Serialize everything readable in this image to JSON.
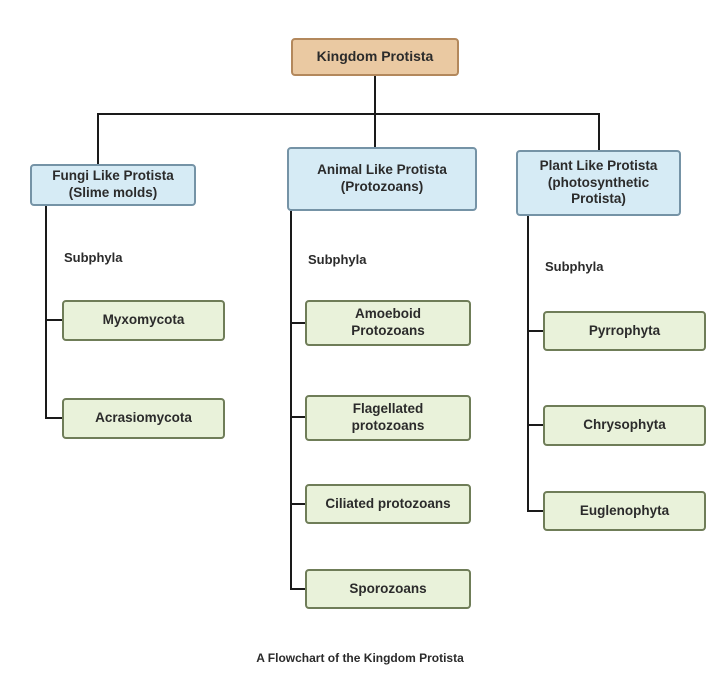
{
  "root": {
    "label": "Kingdom Protista"
  },
  "caption": "A Flowchart of the Kingdom Protista",
  "branches": [
    {
      "label": "Fungi Like Protista\n(Slime molds)",
      "subphyla": "Subphyla",
      "children": [
        "Myxomycota",
        "Acrasiomycota"
      ]
    },
    {
      "label": "Animal Like Protista\n(Protozoans)",
      "subphyla": "Subphyla",
      "children": [
        "Amoeboid\nProtozoans",
        "Flagellated\nprotozoans",
        "Ciliated protozoans",
        "Sporozoans"
      ]
    },
    {
      "label": "Plant Like Protista\n(photosynthetic\nProtista)",
      "subphyla": "Subphyla",
      "children": [
        "Pyrrophyta",
        "Chrysophyta",
        "Euglenophyta"
      ]
    }
  ],
  "colors": {
    "root_fill": "#eac9a2",
    "root_border": "#b3885c",
    "category_fill": "#d6ebf5",
    "category_border": "#7593a6",
    "child_fill": "#e9f2da",
    "child_border": "#6f7d58",
    "line": "#1a1a1a"
  }
}
